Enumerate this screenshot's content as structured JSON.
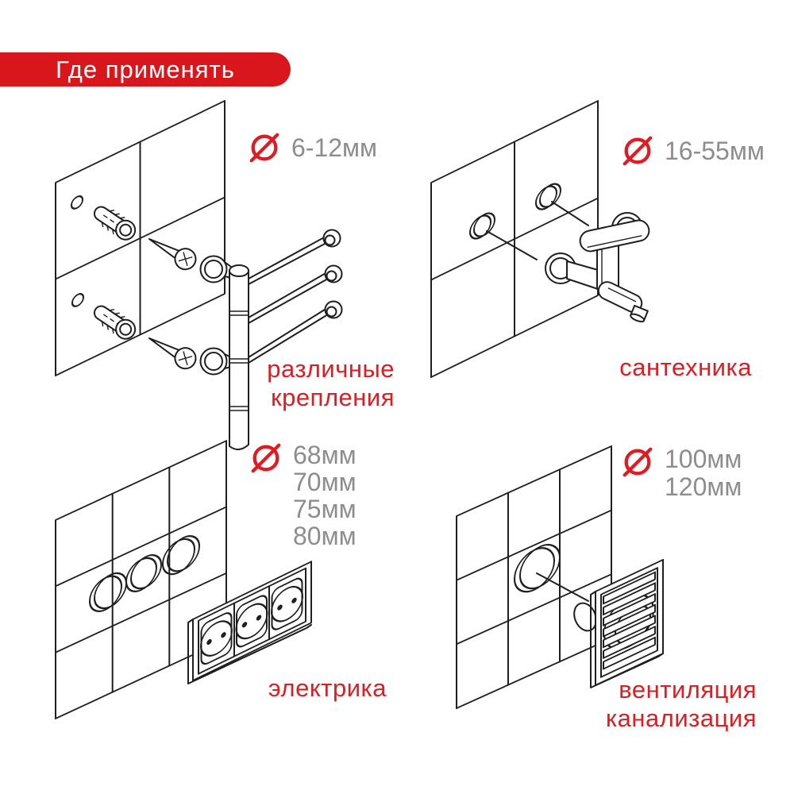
{
  "header": {
    "badge_label": "Где применять"
  },
  "colors": {
    "badge": "#d9161b",
    "accent": "#e01b21",
    "muted": "#8d8d8d",
    "line": "#1f1f1f",
    "background": "#ffffff"
  },
  "sections": [
    {
      "id": "fasteners",
      "illustration": "towel-rail-with-dowels-and-screws-on-tiled-wall",
      "diameter_icon": "diameter-icon",
      "diameter_values": [
        "6-12мм"
      ],
      "caption_lines": [
        "различные",
        "крепления"
      ]
    },
    {
      "id": "plumbing",
      "illustration": "wall-mixer-tap-on-tiled-wall-with-two-holes",
      "diameter_icon": "diameter-icon",
      "diameter_values": [
        "16-55мм"
      ],
      "caption_lines": [
        "сантехника"
      ]
    },
    {
      "id": "electrical",
      "illustration": "triple-socket-block-and-three-holes-on-tiled-wall",
      "diameter_icon": "diameter-icon",
      "diameter_values": [
        "68мм",
        "70мм",
        "75мм",
        "80мм"
      ],
      "caption_lines": [
        "электрика"
      ]
    },
    {
      "id": "ventilation",
      "illustration": "ventilation-grille-and-round-hole-on-tiled-wall",
      "diameter_icon": "diameter-icon",
      "diameter_values": [
        "100мм",
        "120мм"
      ],
      "caption_lines": [
        "вентиляция",
        "канализация"
      ]
    }
  ]
}
